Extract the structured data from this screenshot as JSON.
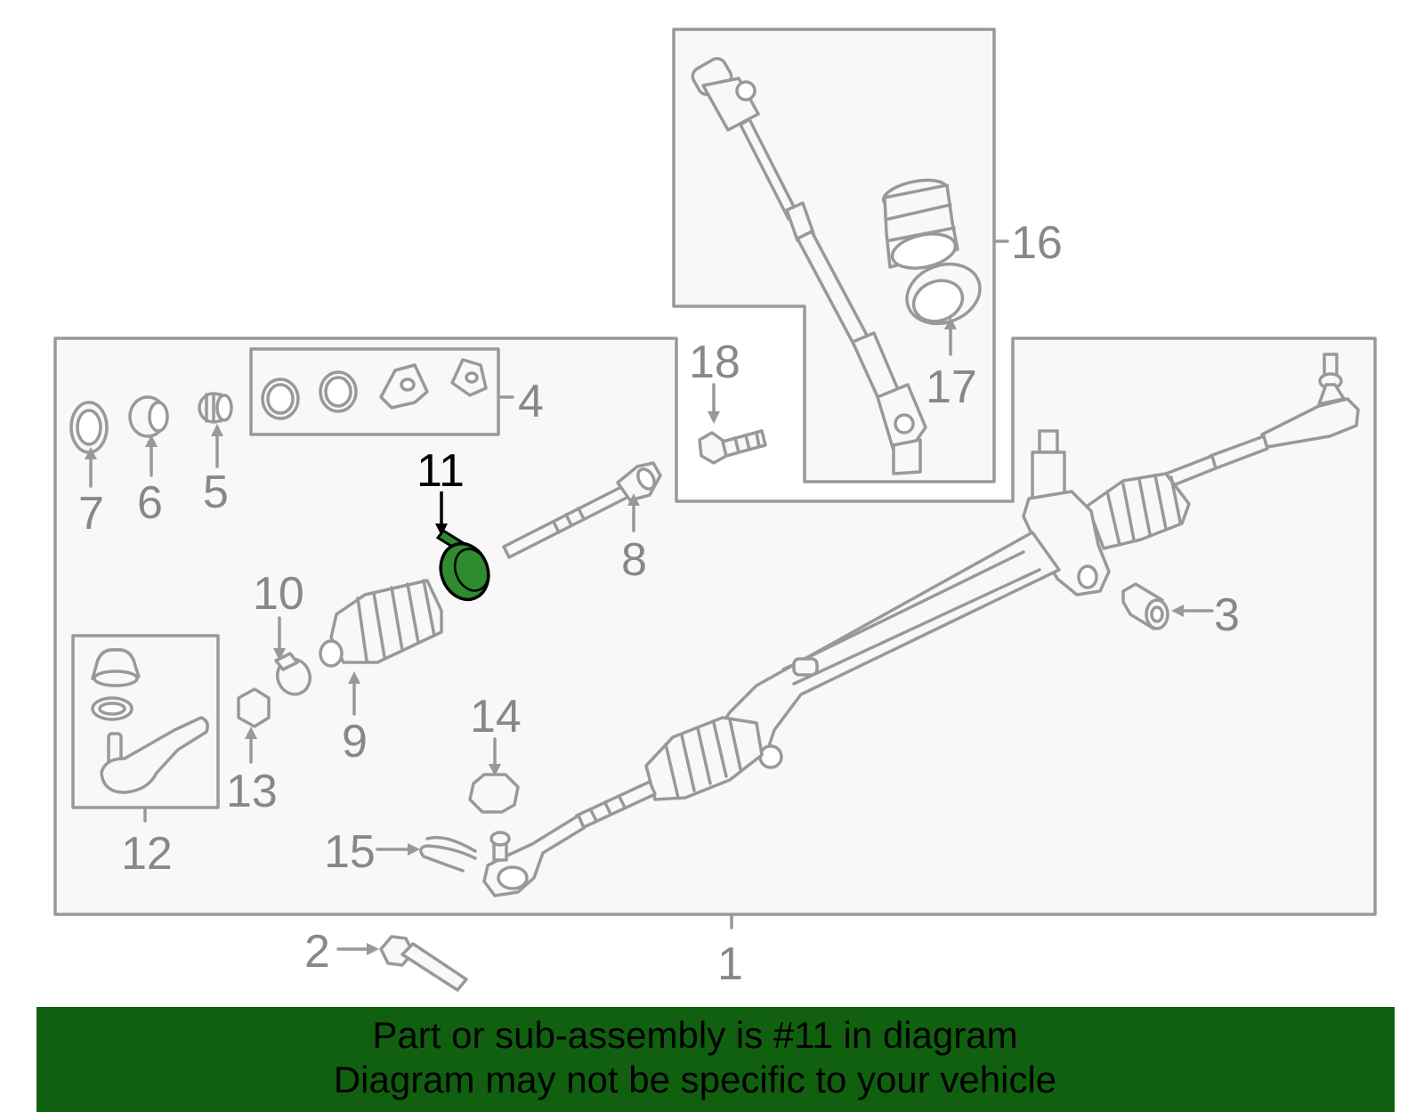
{
  "diagram": {
    "highlighted_part": "11",
    "highlight_color": "#2e8b2e",
    "callouts": [
      "1",
      "2",
      "3",
      "4",
      "5",
      "6",
      "7",
      "8",
      "9",
      "10",
      "11",
      "12",
      "13",
      "14",
      "15",
      "16",
      "17",
      "18"
    ]
  },
  "banner": {
    "background_color": "#106010",
    "line1": "Part or sub-assembly is #11 in diagram",
    "line2": "Diagram may not be specific to your vehicle"
  }
}
